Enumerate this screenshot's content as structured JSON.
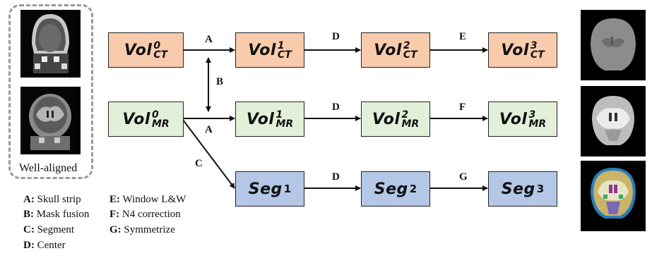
{
  "nodes": {
    "ct0": {
      "base": "Vol",
      "sup": "0",
      "sub": "CT"
    },
    "ct1": {
      "base": "Vol",
      "sup": "1",
      "sub": "CT"
    },
    "ct2": {
      "base": "Vol",
      "sup": "2",
      "sub": "CT"
    },
    "ct3": {
      "base": "Vol",
      "sup": "3",
      "sub": "CT"
    },
    "mr0": {
      "base": "Vol",
      "sup": "0",
      "sub": "MR"
    },
    "mr1": {
      "base": "Vol",
      "sup": "1",
      "sub": "MR"
    },
    "mr2": {
      "base": "Vol",
      "sup": "2",
      "sub": "MR"
    },
    "mr3": {
      "base": "Vol",
      "sup": "3",
      "sub": "MR"
    },
    "seg1": {
      "base": "Seg",
      "sup": "1"
    },
    "seg2": {
      "base": "Seg",
      "sup": "2"
    },
    "seg3": {
      "base": "Seg",
      "sup": "3"
    }
  },
  "edges": {
    "ct_a": "A",
    "ct_d": "D",
    "ct_e": "E",
    "b": "B",
    "mr_a": "A",
    "mr_d": "D",
    "mr_f": "F",
    "c": "C",
    "seg_d": "D",
    "seg_g": "G"
  },
  "caption": "Well-aligned",
  "legend": [
    {
      "key": "A:",
      "text": "Skull strip"
    },
    {
      "key": "B:",
      "text": "Mask fusion"
    },
    {
      "key": "C:",
      "text": "Segment"
    },
    {
      "key": "D:",
      "text": "Center"
    },
    {
      "key": "E:",
      "text": "Window L&W"
    },
    {
      "key": "F:",
      "text": "N4 correction"
    },
    {
      "key": "G:",
      "text": "Symmetrize"
    }
  ],
  "colors": {
    "ct": "#f8cbad",
    "mr": "#e2f0d9",
    "seg": "#b4c7e7"
  }
}
